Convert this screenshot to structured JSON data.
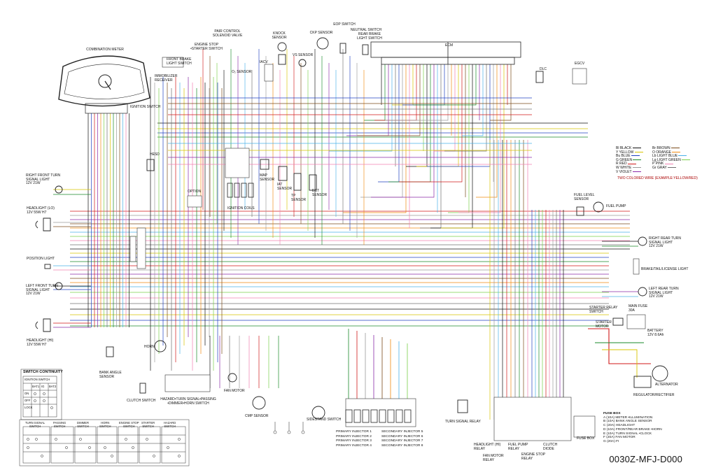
{
  "diagram_code": "0030Z-MFJ-D000",
  "components": {
    "combination_meter": "COMBINATION METER",
    "immobilizer_receiver": "IMMOBILIZER\nRECEIVER",
    "front_brake_light_switch": "FRONT BRAKE\nLIGHT SWITCH",
    "engine_stop_starter_switch": "ENGINE STOP\n•STARTER SWITCH",
    "pair_control_solenoid": "PAIR CONTROL\nSOLENOID VALVE",
    "o2_sensor": "O₂ SENSOR",
    "iacv": "IACV",
    "knock_sensor": "KNOCK\nSENSOR",
    "vs_sensor": "VS SENSOR",
    "ckp_sensor": "CKP SENSOR",
    "eop_switch": "EOP SWITCH",
    "neutral_switch": "NEUTRAL SWITCH",
    "rear_brake_light_switch": "REAR BRAKE\nLIGHT SWITCH",
    "ecm": "ECM",
    "dlc": "DLC",
    "egcv": "EGCV",
    "ignition_switch": "IGNITION SWITCH",
    "hesd": "HESD",
    "map_sensor": "MAP\nSENSOR",
    "iat_sensor": "IAT\nSENSOR",
    "tp_sensor": "TP\nSENSOR",
    "ect_sensor": "ECT\nSENSOR",
    "ignition_coils": "IGNITION COILS",
    "option": "OPTION",
    "right_front_turn": "RIGHT FRONT TURN\nSIGNAL LIGHT\n12V 21W",
    "headlight_lo": "HEADLIGHT (LO)\n12V 55W H7",
    "position_light": "POSITION LIGHT",
    "left_front_turn": "LEFT FRONT TURN\nSIGNAL LIGHT\n12V 21W",
    "headlight_hi": "HEADLIGHT (HI)\n12V 55W H7",
    "horn": "HORN",
    "bank_angle_sensor": "BANK ANGLE\nSENSOR",
    "clutch_switch": "CLUTCH SWITCH",
    "handlebar_switch": "HAZARD•TURN SIGNAL•PASSING\n•DIMMER•HORN SWITCH",
    "fan_motor": "FAN MOTOR",
    "cmp_sensor": "CMP SENSOR",
    "sidestand_switch": "SIDESTAND SWITCH",
    "turn_signal_relay": "TURN SIGNAL RELAY",
    "fuel_level_sensor": "FUEL LEVEL\nSENSOR",
    "fuel_pump": "FUEL PUMP",
    "right_rear_turn": "RIGHT REAR TURN\nSIGNAL LIGHT\n12V 21W",
    "brake_tail_license": "BRAKE/TAIL/LICENSE LIGHT",
    "left_rear_turn": "LEFT REAR TURN\nSIGNAL LIGHT\n12V 21W",
    "starter_relay_switch": "STARTER RELAY\nSWITCH",
    "main_fuse": "MAIN FUSE\n30A",
    "starter_motor": "STARTER\nMOTOR",
    "battery": "BATTERY\n12V 8.6Ah",
    "alternator": "ALTERNATOR",
    "regulator_rectifier": "REGULATOR/RECTIFIER",
    "headlight_hi_relay": "HEADLIGHT (HI)\nRELAY",
    "fan_motor_relay": "FAN MOTOR\nRELAY",
    "fuel_pump_relay": "FUEL PUMP\nRELAY",
    "engine_stop_relay": "ENGINE STOP\nRELAY",
    "clutch_diode": "CLUTCH\nDIODE",
    "fuse_box_label": "FUSE BOX"
  },
  "injectors": [
    "PRIMARY INJECTOR 1",
    "PRIMARY INJECTOR 2",
    "PRIMARY INJECTOR 3",
    "PRIMARY INJECTOR 4",
    "SECONDARY INJECTOR 5",
    "SECONDARY INJECTOR 6",
    "SECONDARY INJECTOR 7",
    "SECONDARY INJECTOR 8"
  ],
  "color_legend": {
    "entries": [
      {
        "code": "Bl",
        "name": "BLACK",
        "color": "#111111"
      },
      {
        "code": "Y",
        "name": "YELLOW",
        "color": "#d8c400"
      },
      {
        "code": "Bu",
        "name": "BLUE",
        "color": "#2040c0"
      },
      {
        "code": "G",
        "name": "GREEN",
        "color": "#1a8a2a"
      },
      {
        "code": "R",
        "name": "RED",
        "color": "#d01818"
      },
      {
        "code": "W",
        "name": "WHITE",
        "color": "#9a9a9a"
      },
      {
        "code": "V",
        "name": "VIOLET",
        "color": "#8a2aa8"
      },
      {
        "code": "Br",
        "name": "BROWN",
        "color": "#7a4a1a"
      },
      {
        "code": "O",
        "name": "ORANGE",
        "color": "#ef8a10"
      },
      {
        "code": "Lb",
        "name": "LIGHT BLUE",
        "color": "#4ab0e8"
      },
      {
        "code": "Lg",
        "name": "LIGHT GREEN",
        "color": "#7ad04a"
      },
      {
        "code": "P",
        "name": "PINK",
        "color": "#f080b0"
      },
      {
        "code": "Gr",
        "name": "GRAY",
        "color": "#707070"
      }
    ],
    "note": "TWO COLORED WIRE (EXAMPLE:YELLOW/RED)"
  },
  "fuse_box": {
    "title": "FUSE BOX",
    "entries": [
      "A (10A)  METER •ILLUMINATION",
      "B (10A)  BANK ANGLE SENSOR",
      "C (20A)  HEADLIGHT",
      "D (10A)  FRONT/REAR BRAKE •HORN",
      "E (10A)  TURN SIGNAL •CLOCK",
      "F (20A)  FAN MOTOR",
      "G (20A)  FI"
    ]
  },
  "switch_continuity": {
    "title": "SWITCH CONTINUITY",
    "ignition_switch": {
      "title": "IGNITION SWITCH",
      "headers": [
        "BAT1",
        "IG",
        "BAT2"
      ],
      "rows": [
        "ON",
        "OFF",
        "LOCK"
      ]
    },
    "other_switches": [
      "TURN SIGNAL\nSWITCH",
      "PASSING\nSWITCH",
      "DIMMER\nSWITCH",
      "HORN\nSWITCH",
      "ENGINE STOP\nSWITCH",
      "STARTER\nSWITCH",
      "HAZARD\nSWITCH"
    ]
  }
}
